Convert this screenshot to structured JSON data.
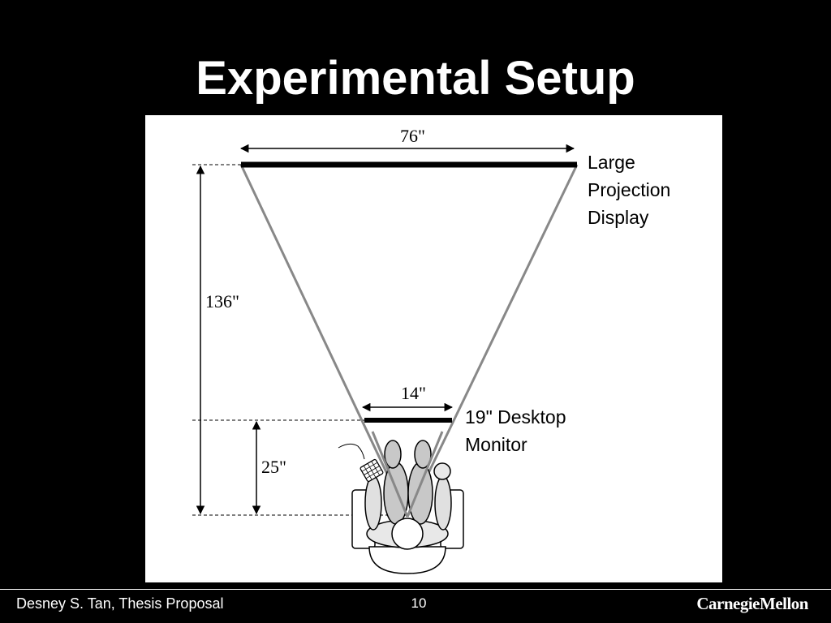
{
  "slide": {
    "title": "Experimental Setup"
  },
  "diagram": {
    "dim_width_large": "76\"",
    "dim_distance_large": "136\"",
    "dim_width_monitor": "14\"",
    "dim_distance_monitor": "25\"",
    "label_large_display": [
      "Large",
      "Projection",
      "Display"
    ],
    "label_monitor": [
      "19\" Desktop",
      "Monitor"
    ]
  },
  "footer": {
    "author": "Desney S. Tan, Thesis Proposal",
    "page_number": "10",
    "logo": "CarnegieMellon"
  },
  "colors": {
    "background": "#000000",
    "figure_background": "#ffffff",
    "sight_line": "#888888",
    "person_fill": "#c8c8c8"
  }
}
